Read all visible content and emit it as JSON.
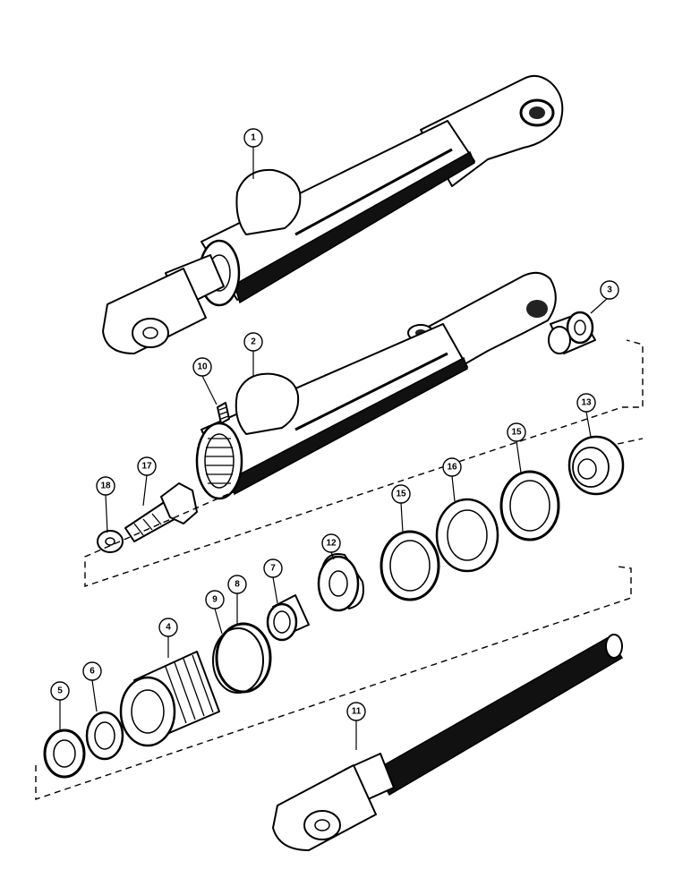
{
  "diagram": {
    "callouts": [
      {
        "id": "c1",
        "label": "1"
      },
      {
        "id": "c2",
        "label": "2"
      },
      {
        "id": "c3",
        "label": "3"
      },
      {
        "id": "c4",
        "label": "4"
      },
      {
        "id": "c5",
        "label": "5"
      },
      {
        "id": "c6",
        "label": "6"
      },
      {
        "id": "c7",
        "label": "7"
      },
      {
        "id": "c8",
        "label": "8"
      },
      {
        "id": "c9",
        "label": "9"
      },
      {
        "id": "c10",
        "label": "10"
      },
      {
        "id": "c11",
        "label": "11"
      },
      {
        "id": "c12",
        "label": "12"
      },
      {
        "id": "c13",
        "label": "13"
      },
      {
        "id": "c15a",
        "label": "15"
      },
      {
        "id": "c15b",
        "label": "15"
      },
      {
        "id": "c16",
        "label": "16"
      },
      {
        "id": "c17",
        "label": "17"
      },
      {
        "id": "c18",
        "label": "18"
      }
    ]
  }
}
